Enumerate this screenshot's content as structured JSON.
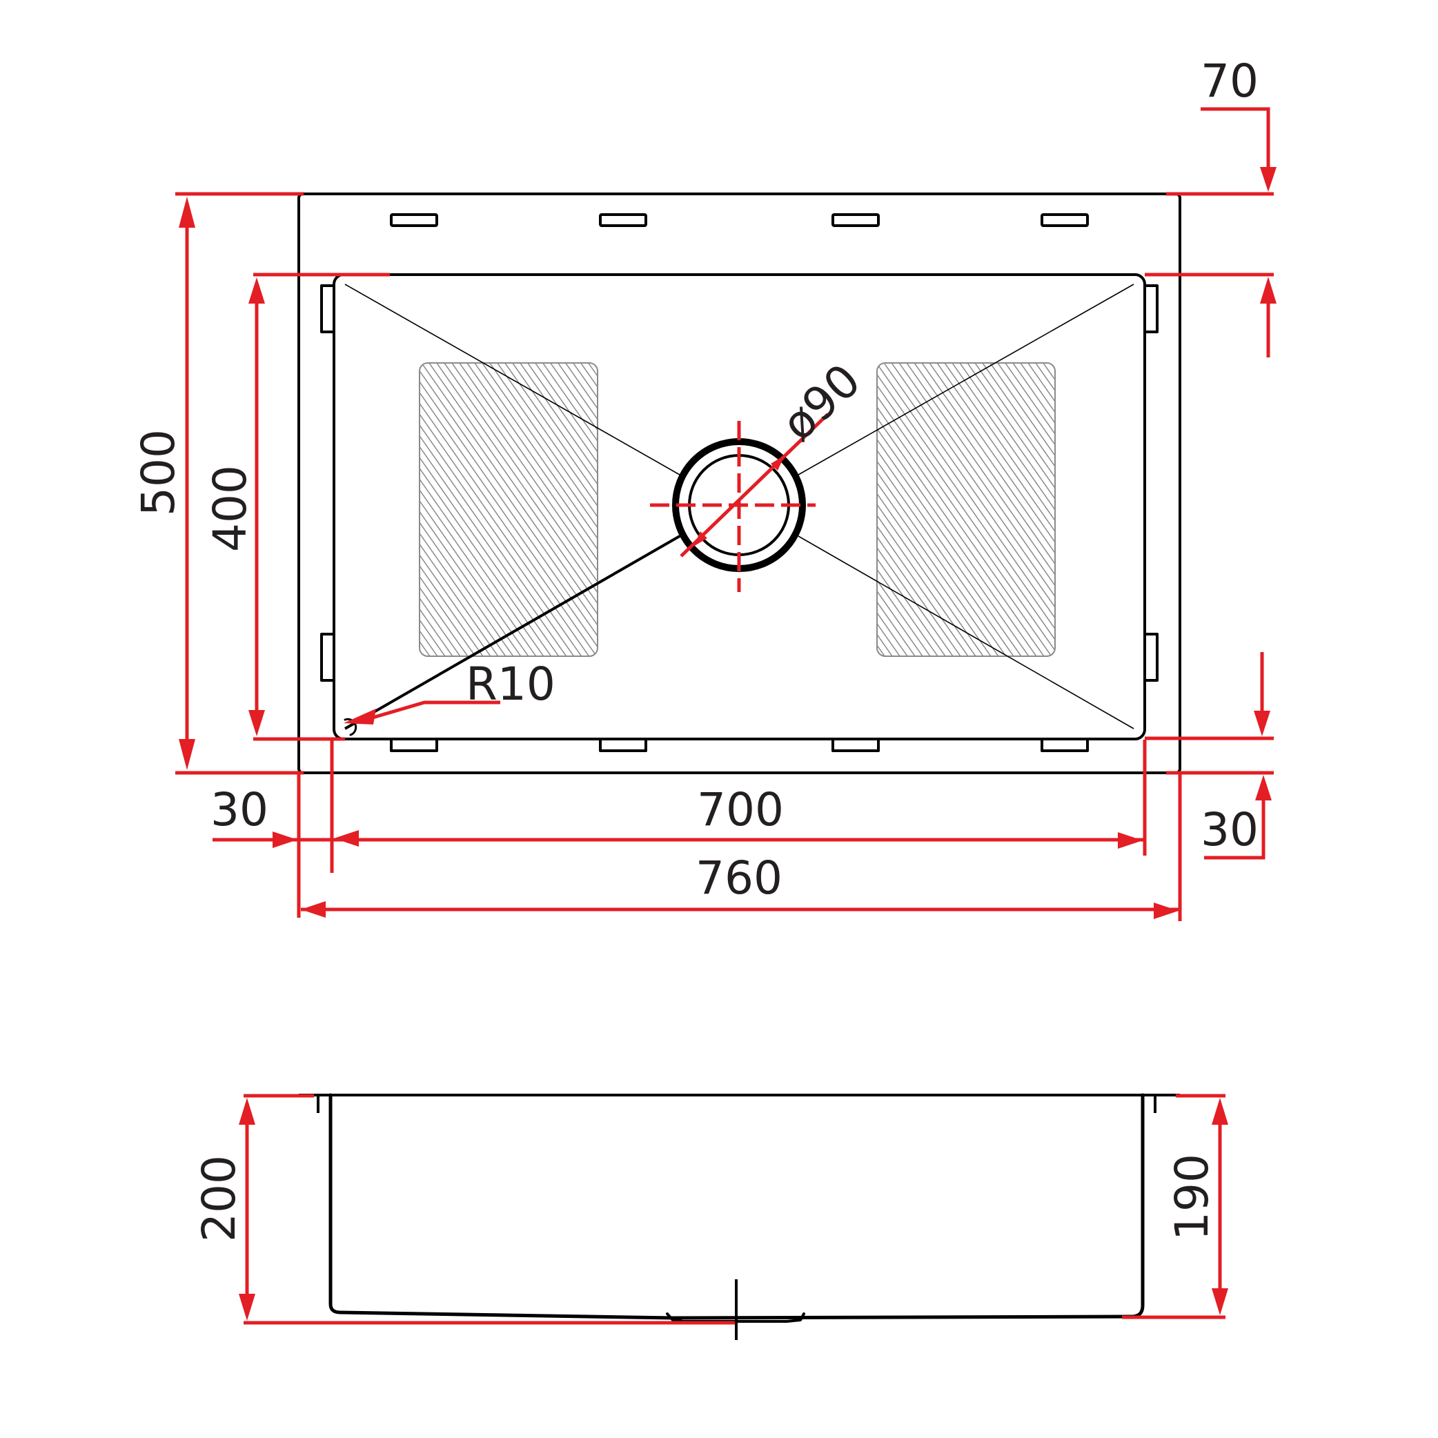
{
  "drawing": {
    "title": "Undermount single bowl sink – dimension drawing",
    "colors": {
      "dimension": "#e31e24",
      "outline": "#000000",
      "hatch": "#8a8a8a",
      "text": "#231f20"
    },
    "plan_view": {
      "labels": {
        "overall_length": "760",
        "bowl_length": "700",
        "overall_width": "500",
        "bowl_width": "400",
        "rear_flange": "70",
        "front_flange": "30",
        "side_flange": "30",
        "drain_diameter": "ø90",
        "corner_radius": "R10"
      }
    },
    "side_view": {
      "labels": {
        "overall_depth": "200",
        "bowl_depth": "190"
      }
    }
  }
}
